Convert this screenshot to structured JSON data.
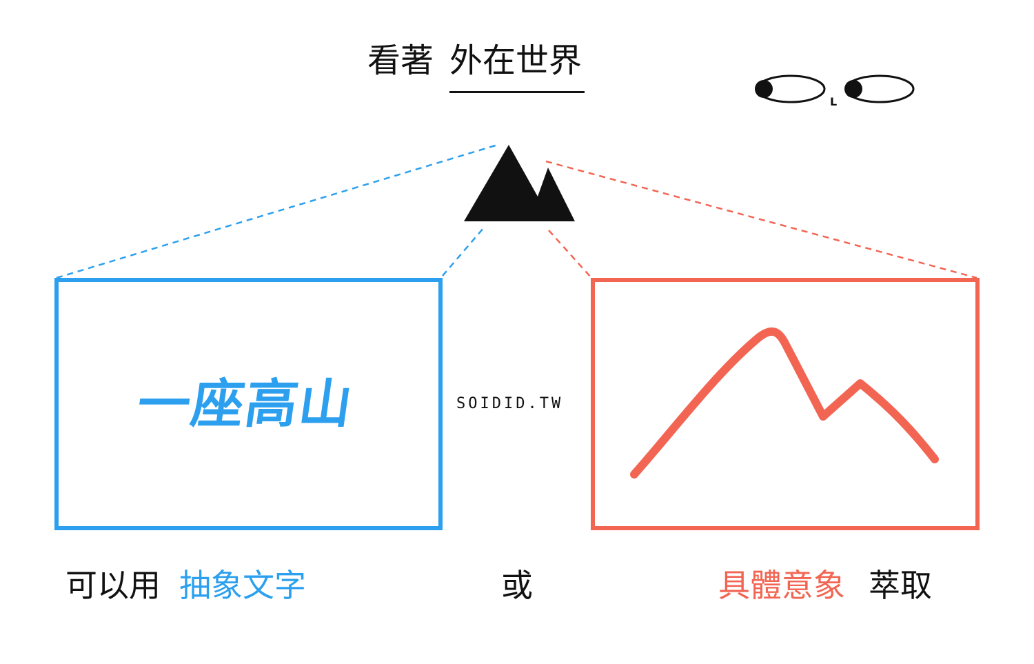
{
  "title": {
    "prefix": "看著",
    "emphasis": "外在世界"
  },
  "left_box": {
    "handwriting": "一座高山"
  },
  "watermark": "SOIDID.TW",
  "captions": {
    "left_prefix": "可以用",
    "left_emphasis": "抽象文字",
    "middle": "或",
    "right_emphasis": "具體意象",
    "right_suffix": "萃取"
  },
  "eyes_glyph": "L",
  "icons": [
    "eyes-icon",
    "mountain-icon",
    "mountain-sketch-icon"
  ],
  "colors": {
    "abstract": "#2CA0EE",
    "concrete": "#F26553",
    "ink": "#111111"
  }
}
